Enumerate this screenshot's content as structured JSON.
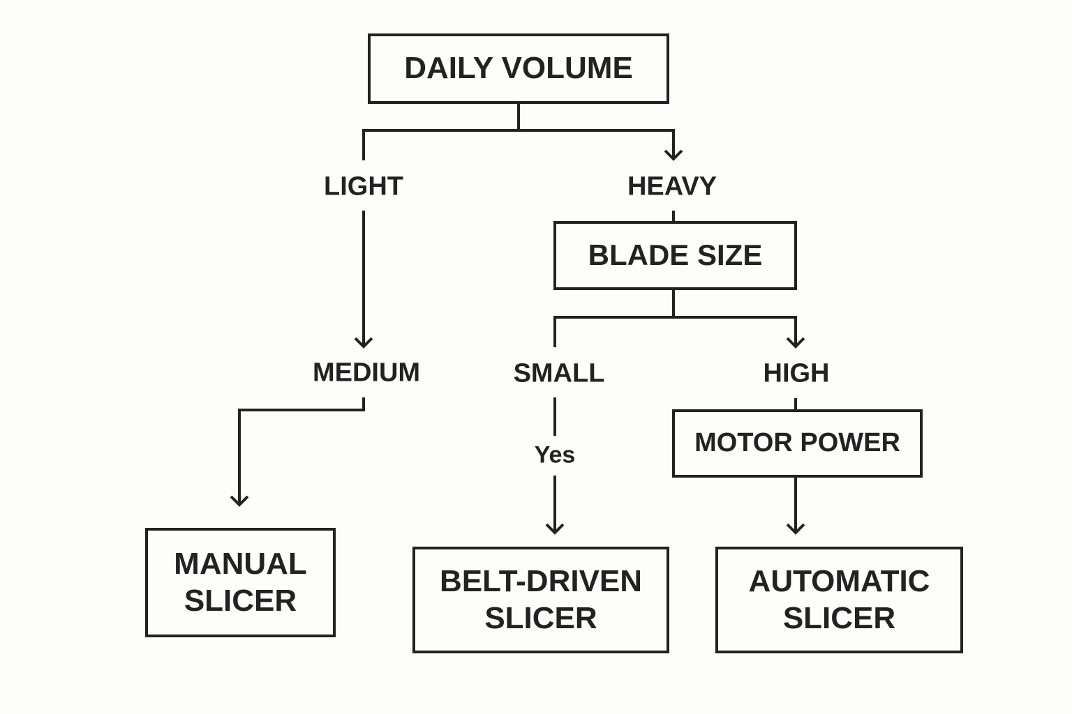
{
  "colors": {
    "background": "#fdfdfa",
    "ink": "#222222"
  },
  "nodes": {
    "daily_volume": "DAILY VOLUME",
    "blade_size": "BLADE SIZE",
    "motor_power": "MOTOR POWER",
    "manual_slicer": "MANUAL\nSLICER",
    "belt_driven_slicer": "BELT-DRIVEN\nSLICER",
    "automatic_slicer": "AUTOMATIC\nSLICER"
  },
  "labels": {
    "light": "LIGHT",
    "heavy": "HEAVY",
    "medium": "MEDIUM",
    "small": "SMALL",
    "high": "HIGH",
    "yes": "Yes"
  }
}
